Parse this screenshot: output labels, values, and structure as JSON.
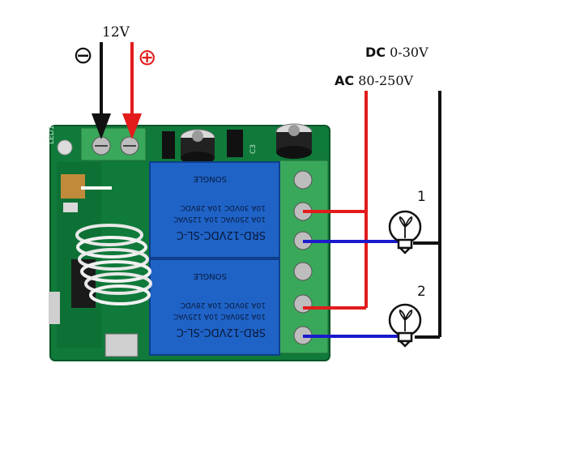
{
  "supply": {
    "voltage_label": "12V",
    "negative_symbol": "⊖",
    "positive_symbol": "⊕"
  },
  "load_supply": {
    "dc_prefix": "DC",
    "dc_range": "0-30V",
    "ac_prefix": "AC",
    "ac_range": "80-250V"
  },
  "lamps": [
    {
      "number": "1"
    },
    {
      "number": "2"
    }
  ],
  "relays": [
    {
      "model": "SRD-12VDC-SL-C",
      "rating_1": "10A 250VAC 10A 125VAC",
      "rating_2": "10A 30VDC 10A 28VDC",
      "brand": "SONGLE"
    },
    {
      "model": "SRD-12VDC-SL-C",
      "rating_1": "10A 250VAC 10A 125VAC",
      "rating_2": "10A 30VDC 10A 28VDC",
      "brand": "SONGLE"
    }
  ],
  "board": {
    "led_label": "LED1",
    "cap_label": "C3"
  },
  "colors": {
    "pcb": "#0f7a3a",
    "terminal": "#3aa85a",
    "relay": "#1f63c7",
    "wire_positive": "#e31b1b",
    "wire_negative": "#111111",
    "wire_load": "#1a1acc"
  }
}
